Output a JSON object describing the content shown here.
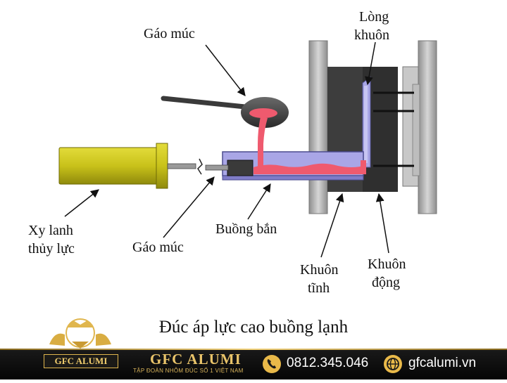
{
  "diagram": {
    "title": "Đúc áp lực cao buồng lạnh",
    "labels": {
      "ladle_top": "Gáo múc",
      "cavity_line1": "Lòng",
      "cavity_line2": "khuôn",
      "cylinder_line1": "Xy lanh",
      "cylinder_line2": "thủy lực",
      "ladle_bottom": "Gáo múc",
      "shot_chamber": "Buồng bắn",
      "fixed_die_line1": "Khuôn",
      "fixed_die_line2": "tĩnh",
      "moving_die_line1": "Khuôn",
      "moving_die_line2": "động"
    },
    "colors": {
      "cylinder": "#c9c21a",
      "molten_metal": "#ef5a6e",
      "chamber": "#a9a6e6",
      "die_dark": "#3a3a3a",
      "platen": "#b5b5b5",
      "gold": "#e9c46a"
    }
  },
  "footer": {
    "logo_text": "GFC ALUMI",
    "brand_name": "GFC ALUMI",
    "brand_tagline": "TẬP ĐOÀN NHÔM ĐÚC SỐ 1 VIỆT NAM",
    "phone": "0812.345.046",
    "website": "gfcalumi.vn",
    "phone_icon": "phone-icon",
    "web_icon": "globe-icon"
  }
}
